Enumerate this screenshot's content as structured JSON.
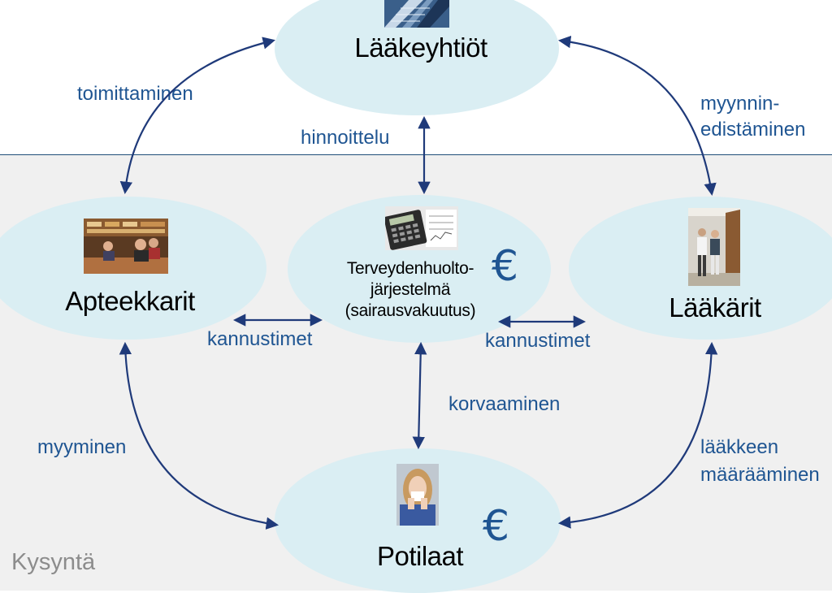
{
  "nodes": {
    "pharma": "Lääkeyhtiöt",
    "pharmacists": "Apteekkarit",
    "system_line1": "Terveydenhuolto-",
    "system_line2": "järjestelmä",
    "system_line3": "(sairausvakuutus)",
    "doctors": "Lääkärit",
    "patients": "Potilaat"
  },
  "edges": {
    "supply": "toimittaminen",
    "pricing": "hinnoittelu",
    "promotion_line1": "myynnin-",
    "promotion_line2": "edistäminen",
    "incentives_left": "kannustimet",
    "incentives_right": "kannustimet",
    "reimbursement": "korvaaminen",
    "selling": "myyminen",
    "prescribing_line1": "lääkkeen",
    "prescribing_line2": "määrääminen"
  },
  "currency_symbol": "€",
  "zone_label": "Kysyntä",
  "colors": {
    "ellipse_fill": "#daeef3",
    "arrow": "#1f3a7a",
    "label_blue": "#1f5592",
    "demand_band": "#f0f0f0",
    "zone_text": "#8c8c8c"
  },
  "icons": {
    "pharma": "office-building-photo",
    "pharmacists": "pharmacy-photo",
    "system": "calculator-photo",
    "doctors": "doctor-office-photo",
    "patients": "sick-patient-photo"
  }
}
